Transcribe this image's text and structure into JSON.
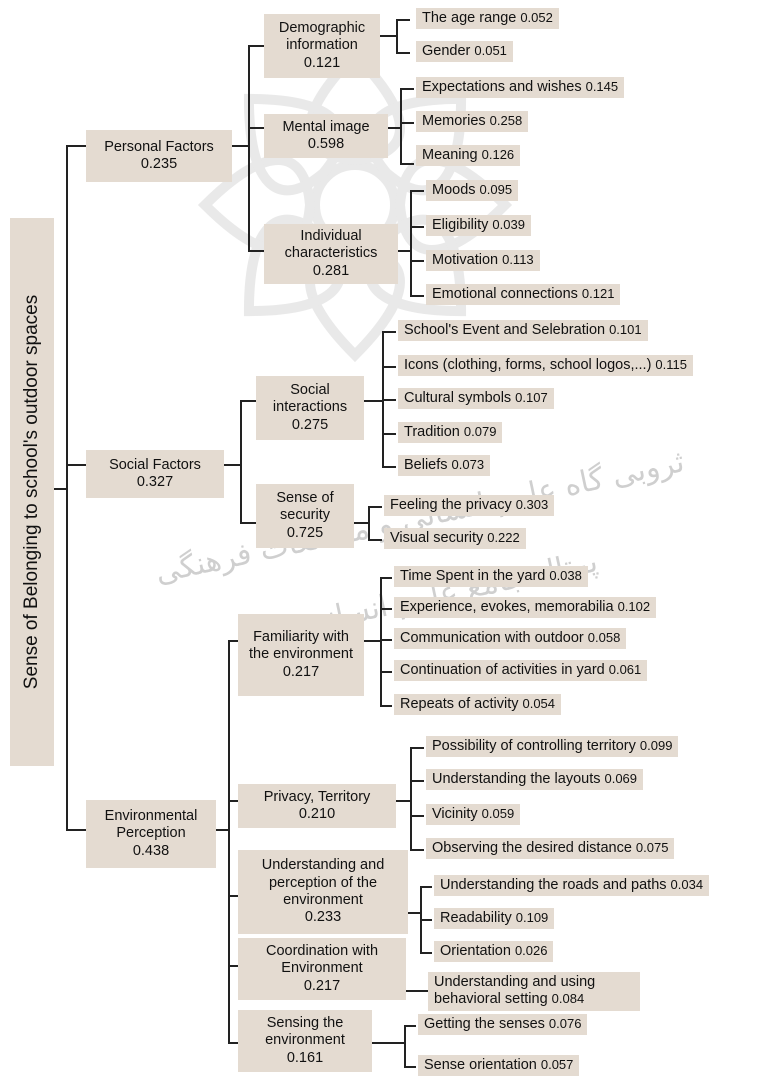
{
  "root": {
    "label": "Sense of Belonging to school's outdoor spaces"
  },
  "personal": {
    "label": "Personal Factors",
    "value": "0.235",
    "demographic": {
      "label": "Demographic information",
      "value": "0.121",
      "age": {
        "label": "The age range",
        "value": "0.052"
      },
      "gender": {
        "label": "Gender",
        "value": "0.051"
      }
    },
    "mental": {
      "label": "Mental image",
      "value": "0.598",
      "expectations": {
        "label": "Expectations and wishes",
        "value": "0.145"
      },
      "memories": {
        "label": "Memories",
        "value": "0.258"
      },
      "meaning": {
        "label": "Meaning",
        "value": "0.126"
      }
    },
    "individual": {
      "label": "Individual characteristics",
      "value": "0.281",
      "moods": {
        "label": "Moods",
        "value": "0.095"
      },
      "eligibility": {
        "label": "Eligibility",
        "value": "0.039"
      },
      "motivation": {
        "label": "Motivation",
        "value": "0.113"
      },
      "emotional": {
        "label": "Emotional connections",
        "value": "0.121"
      }
    }
  },
  "social": {
    "label": "Social Factors",
    "value": "0.327",
    "interactions": {
      "label": "Social interactions",
      "value": "0.275",
      "events": {
        "label": "School's Event and Selebration",
        "value": "0.101"
      },
      "icons": {
        "label": "Icons (clothing, forms, school logos,...)",
        "value": "0.115"
      },
      "cultural": {
        "label": "Cultural symbols",
        "value": "0.107"
      },
      "tradition": {
        "label": "Tradition",
        "value": "0.079"
      },
      "beliefs": {
        "label": "Beliefs",
        "value": "0.073"
      }
    },
    "security": {
      "label": "Sense of security",
      "value": "0.725",
      "privacy": {
        "label": "Feeling the privacy",
        "value": "0.303"
      },
      "visual": {
        "label": "Visual security",
        "value": "0.222"
      }
    }
  },
  "environmental": {
    "label": "Environmental Perception",
    "value": "0.438",
    "familiarity": {
      "label": "Familiarity with the environment",
      "value": "0.217",
      "time": {
        "label": "Time Spent in the yard",
        "value": "0.038"
      },
      "experience": {
        "label": "Experience, evokes, memorabilia",
        "value": "0.102"
      },
      "communication": {
        "label": "Communication with outdoor",
        "value": "0.058"
      },
      "continuation": {
        "label": "Continuation of activities in yard",
        "value": "0.061"
      },
      "repeats": {
        "label": "Repeats of activity",
        "value": "0.054"
      }
    },
    "privacy": {
      "label": "Privacy, Territory",
      "value": "0.210",
      "controlling": {
        "label": "Possibility of controlling territory",
        "value": "0.099"
      },
      "layouts": {
        "label": "Understanding the layouts",
        "value": "0.069"
      },
      "vicinity": {
        "label": "Vicinity",
        "value": "0.059"
      },
      "distance": {
        "label": "Observing the desired distance",
        "value": "0.075"
      }
    },
    "understanding": {
      "label": "Understanding and perception of the environment",
      "value": "0.233",
      "roads": {
        "label": "Understanding the roads and paths",
        "value": "0.034"
      },
      "readability": {
        "label": "Readability",
        "value": "0.109"
      },
      "orientation": {
        "label": "Orientation",
        "value": "0.026"
      }
    },
    "coordination": {
      "label": "Coordination with Environment",
      "value": "0.217",
      "behavioral": {
        "label": "Understanding and using behavioral setting",
        "value": "0.084"
      }
    },
    "sensing": {
      "label": "Sensing the environment",
      "value": "0.161",
      "senses": {
        "label": "Getting the senses",
        "value": "0.076"
      },
      "senseorient": {
        "label": "Sense orientation",
        "value": "0.057"
      }
    }
  }
}
